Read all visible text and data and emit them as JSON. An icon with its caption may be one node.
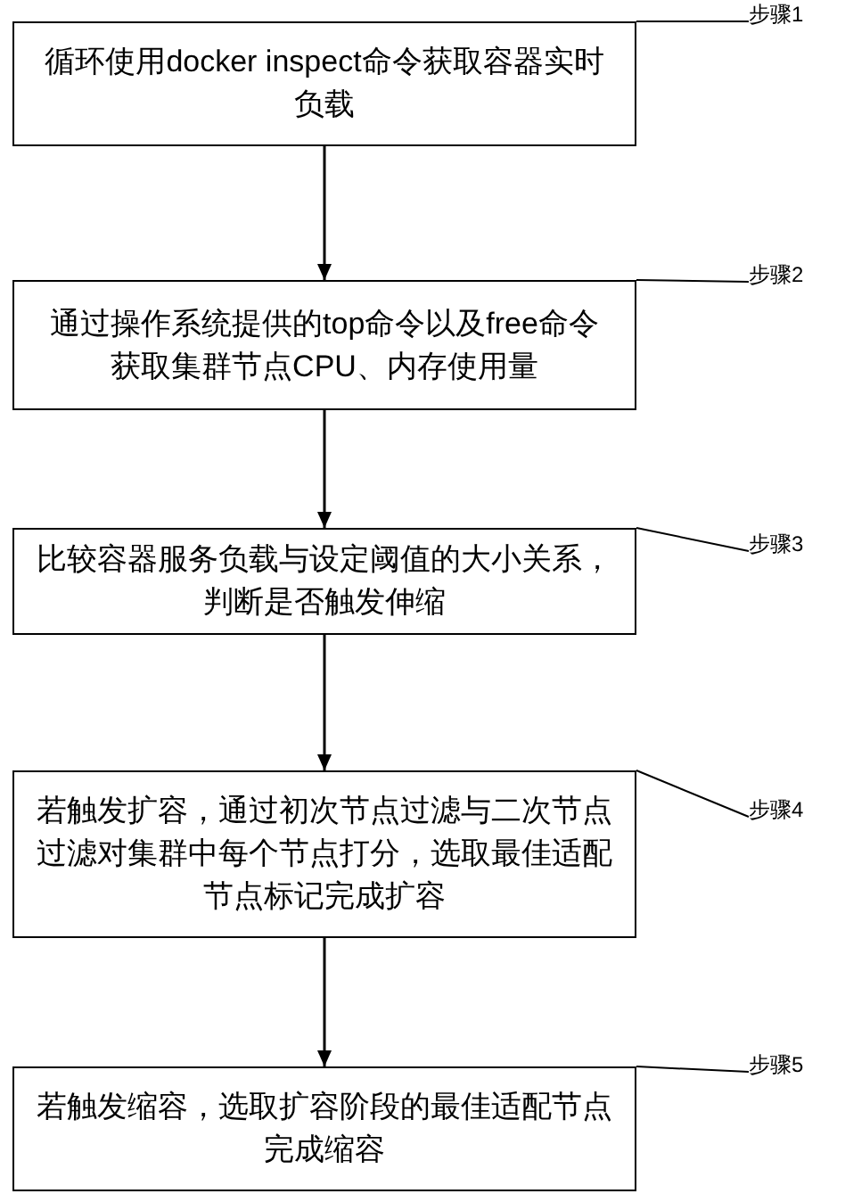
{
  "diagram": {
    "nodes": [
      {
        "text": [
          "循环使用docker inspect命令获取容器实时负载"
        ]
      },
      {
        "text": [
          "通过操作系统提供的top命令以及free命令获取集群节点CPU、内存使用量"
        ]
      },
      {
        "text": [
          "比较容器服务负载与设定阈值的大小关系，判断是否触发伸缩"
        ]
      },
      {
        "text": [
          "若触发扩容，通过初次节点过滤与二次节点过滤对集群中每个节点打分，选取最佳适配节点标记完成扩容"
        ]
      },
      {
        "text": [
          "若触发缩容，选取扩容阶段的最佳适配节点完成缩容"
        ]
      },
      {
        "text": [
          "步骤1"
        ]
      },
      {
        "text": [
          "步骤2"
        ]
      },
      {
        "text": [
          "步骤3"
        ]
      },
      {
        "text": [
          "步骤4"
        ]
      },
      {
        "text": [
          "步骤5"
        ]
      }
    ],
    "edges": [
      {
        "from": 0,
        "to": 1,
        "arrow": "to"
      },
      {
        "from": 1,
        "to": 2,
        "arrow": "to"
      },
      {
        "from": 2,
        "to": 3,
        "arrow": "to"
      },
      {
        "from": 3,
        "to": 4,
        "arrow": "to"
      },
      {
        "from": 5,
        "to": 0,
        "arrow": "none"
      },
      {
        "from": 6,
        "to": 1,
        "arrow": "none"
      },
      {
        "from": 7,
        "to": 2,
        "arrow": "none"
      },
      {
        "from": 8,
        "to": 3,
        "arrow": "none"
      },
      {
        "from": 9,
        "to": 4,
        "arrow": "none"
      }
    ]
  }
}
